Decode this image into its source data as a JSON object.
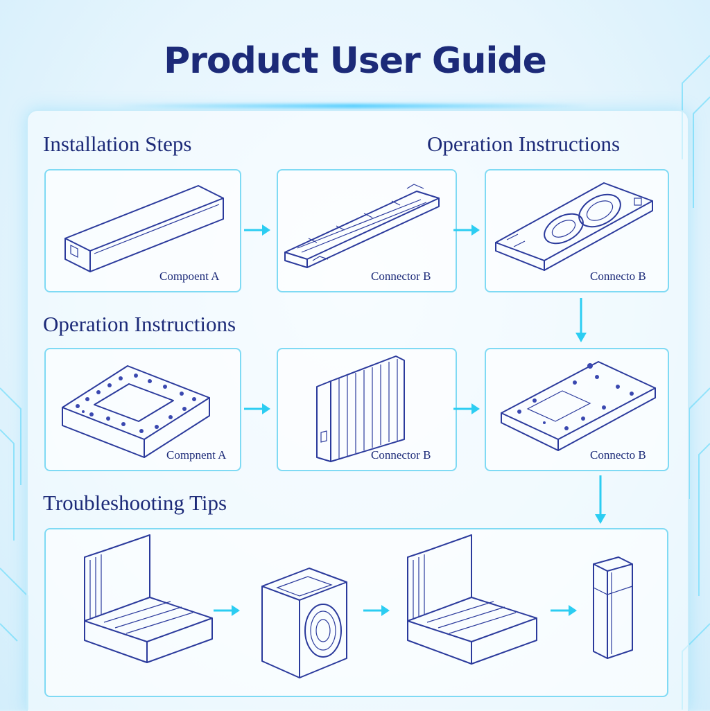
{
  "title": "Product User Guide",
  "headings": {
    "installation": "Installation Steps",
    "operation_top": "Operation Instructions",
    "operation_mid": "Operation Instructions",
    "troubleshooting": "Troubleshooting Tips"
  },
  "cards": {
    "row1": [
      {
        "label": "Compoent A"
      },
      {
        "label": "Connector B"
      },
      {
        "label": "Connecto B"
      }
    ],
    "row2": [
      {
        "label": "Compnent A"
      },
      {
        "label": "Connector B"
      },
      {
        "label": "Connecto B"
      }
    ]
  },
  "colors": {
    "ink": "#1c2a78",
    "line": "#2b3a9c",
    "accent": "#2ccdf2",
    "card_border": "#7fdaf4"
  },
  "icons": [
    "enclosure-sketch",
    "rail-sketch",
    "panel-sketch",
    "board-sketch",
    "heatsink-sketch",
    "chassis-sketch",
    "open-case-sketch",
    "fan-cube-sketch",
    "cartridge-sketch"
  ]
}
